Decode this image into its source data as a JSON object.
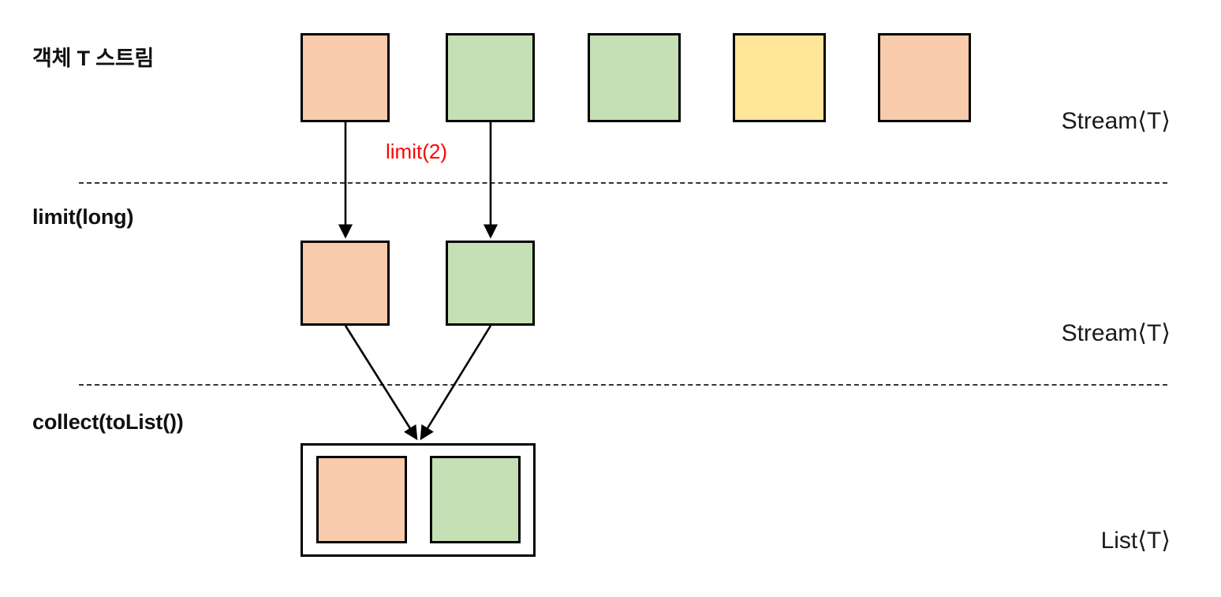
{
  "diagram": {
    "title_row_label": "객체 T 스트림",
    "stages": [
      {
        "name": "source",
        "label": "객체 T 스트림",
        "type_label": "Stream⟨T⟩"
      },
      {
        "name": "limit",
        "label": "limit(long)",
        "type_label": "Stream⟨T⟩"
      },
      {
        "name": "collect",
        "label": "collect(toList())",
        "type_label": "List⟨T⟩"
      }
    ],
    "operation_annotation": "limit(2)",
    "colors": {
      "orange": "#F8CBAD",
      "green": "#C5E0B4",
      "yellow": "#FFE699",
      "stroke": "#000000",
      "annotation": "#FF0000",
      "divider": "#333333",
      "background": "#FFFFFF"
    },
    "source_stream_items": [
      {
        "index": 0,
        "color": "#F8CBAD",
        "name": "stream-item-1"
      },
      {
        "index": 1,
        "color": "#C5E0B4",
        "name": "stream-item-2"
      },
      {
        "index": 2,
        "color": "#C5E0B4",
        "name": "stream-item-3"
      },
      {
        "index": 3,
        "color": "#FFE699",
        "name": "stream-item-4"
      },
      {
        "index": 4,
        "color": "#F8CBAD",
        "name": "stream-item-5"
      }
    ],
    "limited_stream_items": [
      {
        "index": 0,
        "color": "#F8CBAD",
        "name": "limited-item-1"
      },
      {
        "index": 1,
        "color": "#C5E0B4",
        "name": "limited-item-2"
      }
    ],
    "list_items": [
      {
        "index": 0,
        "color": "#F8CBAD",
        "name": "list-item-1"
      },
      {
        "index": 1,
        "color": "#C5E0B4",
        "name": "list-item-2"
      }
    ]
  }
}
